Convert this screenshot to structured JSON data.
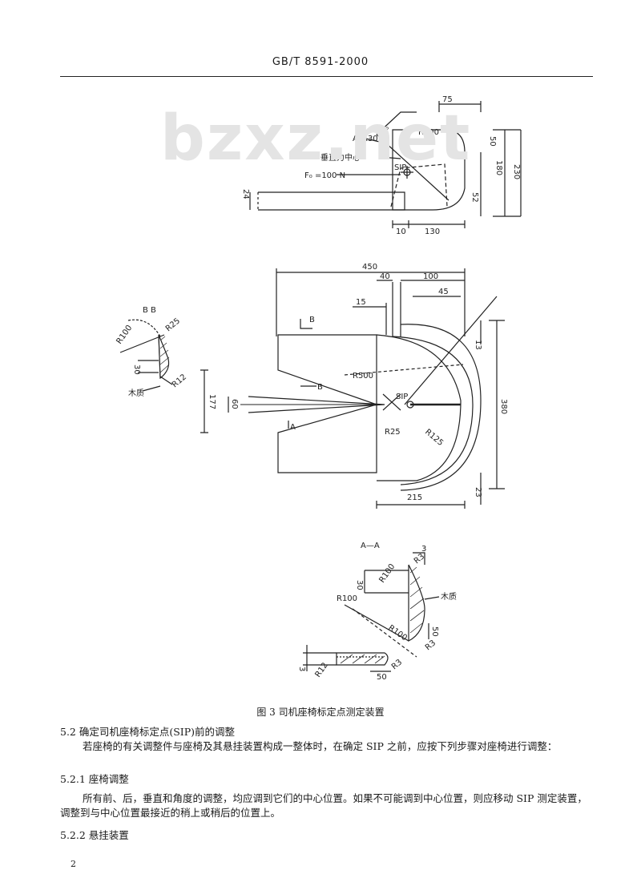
{
  "document": {
    "header": "GB/T 8591-2000",
    "watermark": "bzxz.net",
    "page_number": "2"
  },
  "figure": {
    "caption": "图 3   司机座椅标定点测定装置",
    "top_view": {
      "labels": {
        "angle": "45°",
        "r_top": "R100",
        "section_mark": "A",
        "r_small": "R30",
        "vertical_center": "垂直力中心",
        "sip": "SIP",
        "force": "F₀ =100 N"
      },
      "dims": {
        "d75": "75",
        "d50": "50",
        "d180": "180",
        "d230": "230",
        "d52": "52",
        "d24": "24",
        "d10": "10",
        "d130": "130"
      }
    },
    "main_view": {
      "labels": {
        "b_mark": "B",
        "r500": "R500",
        "sip": "SIP",
        "r125": "R125",
        "r25": "R25",
        "a_mark": "A"
      },
      "dims": {
        "d450": "450",
        "d40": "40",
        "d100": "100",
        "d15": "15",
        "d45": "45",
        "d13": "13",
        "d177": "177",
        "d60": "60",
        "d380": "380",
        "d215": "215",
        "d23": "23"
      }
    },
    "section_bb": {
      "title": "B  B",
      "labels": {
        "r100": "R100",
        "r25": "R25",
        "d30": "30",
        "r12": "R12",
        "material": "木质"
      }
    },
    "section_aa": {
      "title": "A—A",
      "labels": {
        "d3": "3",
        "r3a": "R3",
        "r100a": "R100",
        "d30": "30",
        "material": "木质",
        "r100b": "R100",
        "r100c": "R100",
        "d50a": "50",
        "r3b": "R3",
        "d3b": "3",
        "r12": "R12",
        "d50b": "50",
        "r3c": "R3"
      }
    }
  },
  "sections": [
    {
      "type": "heading",
      "text": "5.2  确定司机座椅标定点(SIP)前的调整"
    },
    {
      "type": "paragraph",
      "text": "若座椅的有关调整件与座椅及其悬挂装置构成一整体时，在确定 SIP 之前，应按下列步骤对座椅进行调整："
    },
    {
      "type": "heading",
      "text": "5.2.1   座椅调整"
    },
    {
      "type": "paragraph",
      "text": "所有前、后，垂直和角度的调整，均应调到它们的中心位置。如果不可能调到中心位置，则应移动 SIP 测定装置，调整到与中心位置最接近的稍上或稍后的位置上。"
    },
    {
      "type": "heading",
      "text": "5.2.2   悬挂装置"
    }
  ]
}
